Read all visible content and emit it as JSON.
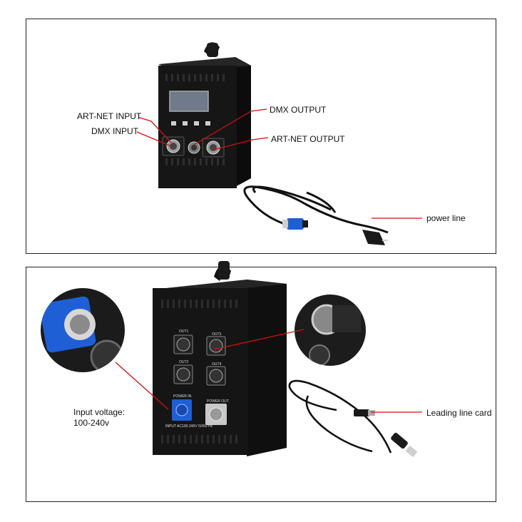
{
  "top_panel": {
    "labels": {
      "artnet_input": "ART-NET INPUT",
      "dmx_input": "DMX INPUT",
      "dmx_output": "DMX OUTPUT",
      "artnet_output": "ART-NET OUTPUT",
      "power_line": "power line"
    }
  },
  "bottom_panel": {
    "labels": {
      "input_voltage_line1": "Input voltage:",
      "input_voltage_line2": "100-240v",
      "leading_line_card": "Leading line card"
    },
    "device_text": {
      "out1": "OUT1",
      "out2": "OUT2",
      "out3": "OUT3",
      "out4": "OUT4",
      "power_in": "POWER IN",
      "power_out": "POWER OUT",
      "input_rating": "INPUT AC100-240V 50/60 Hz"
    }
  },
  "colors": {
    "leader_line": "#d01010",
    "device_body": "#141414",
    "powercon_in": "#1f5fd6",
    "powercon_out": "#c8c8c8"
  }
}
